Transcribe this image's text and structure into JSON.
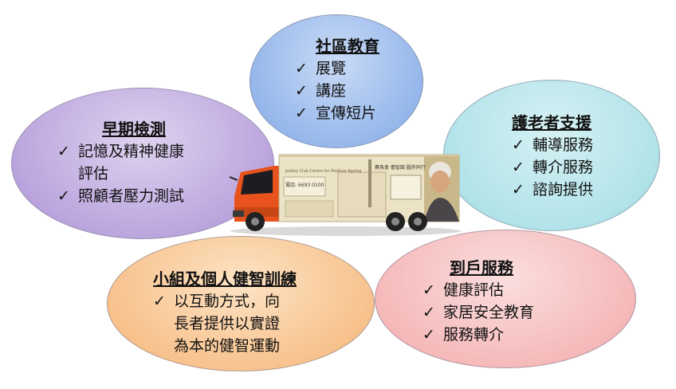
{
  "community_education": {
    "title": "社區教育",
    "items": [
      "展覽",
      "講座",
      "宣傳短片"
    ],
    "color": "#93b5ea"
  },
  "early_detection": {
    "title": "早期檢測",
    "items": [
      [
        "記憶及精神健康",
        "評估"
      ],
      [
        "照顧者壓力測試"
      ]
    ],
    "color": "#b9a2dc"
  },
  "elder_support": {
    "title": "護老者支援",
    "items": [
      "輔導服務",
      "轉介服務",
      "諮詢提供"
    ],
    "color": "#aee2e8"
  },
  "group_training": {
    "title": "小組及個人健智訓練",
    "items": [
      [
        "以互動方式，向",
        "長者提供以實證",
        "為本的健智運動"
      ]
    ],
    "color": "#f7c08a"
  },
  "home_services": {
    "title": "到戶服務",
    "items": [
      "健康評估",
      "家居安全教育",
      "服務轉介"
    ],
    "color": "#f5b7b7"
  },
  "check_mark": "✓",
  "truck": {
    "phone": "電話: 6693 0100",
    "side_text": "賽馬會 耆智園 腦伴同行"
  }
}
